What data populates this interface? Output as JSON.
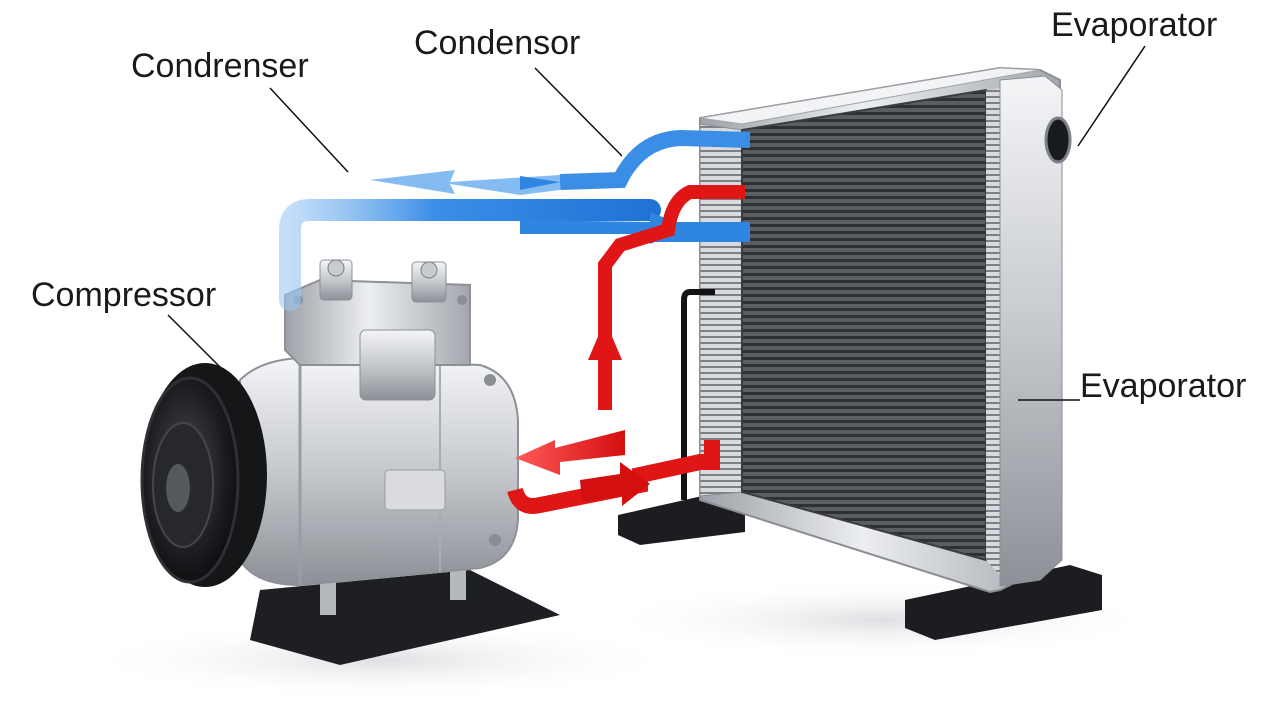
{
  "labels": {
    "condrenser": "Condrenser",
    "condensor": "Condensor",
    "evaporator_top": "Evaporator",
    "compressor": "Compressor",
    "evaporator_side": "Evaporator"
  },
  "colors": {
    "cold_line": "#2f86e0",
    "hot_line": "#e01616",
    "metal": "#c9ccd1",
    "base": "#1e1f22",
    "fin": "#4a4d52"
  },
  "components": [
    "compressor",
    "radiator-core",
    "refrigerant-lines"
  ]
}
